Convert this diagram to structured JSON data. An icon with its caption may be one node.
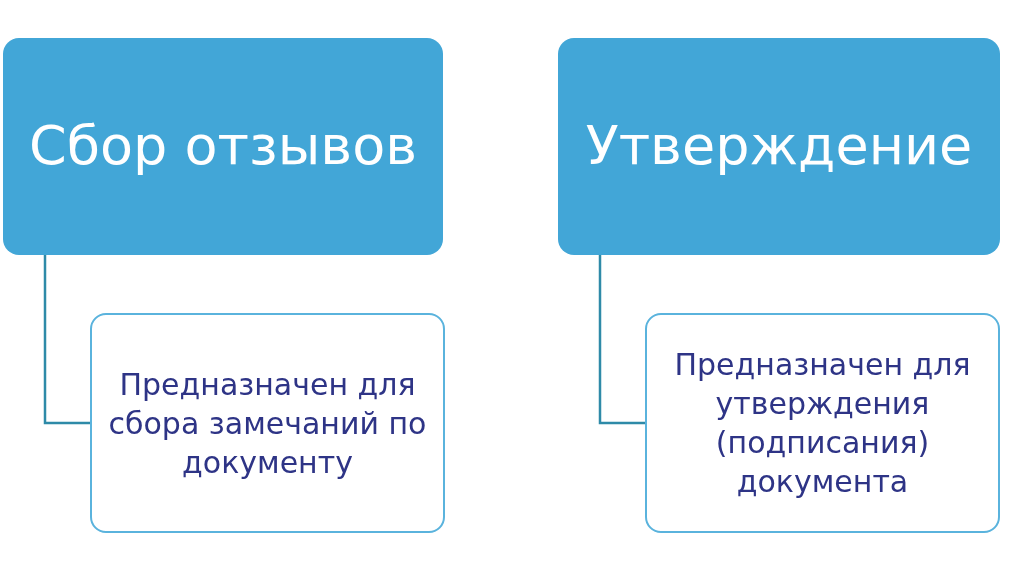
{
  "diagram": {
    "nodes": [
      {
        "text": [
          "Сбор отзывов"
        ]
      },
      {
        "text": [
          "Утверждение"
        ]
      },
      {
        "text": [
          "Предназначен для сбора замечаний по документу"
        ]
      },
      {
        "text": [
          "Предназначен для утверждения (подписания) документа"
        ]
      }
    ],
    "edges": [
      {
        "from": 0,
        "to": 2,
        "arrow": "none"
      },
      {
        "from": 1,
        "to": 3,
        "arrow": "none"
      }
    ]
  }
}
